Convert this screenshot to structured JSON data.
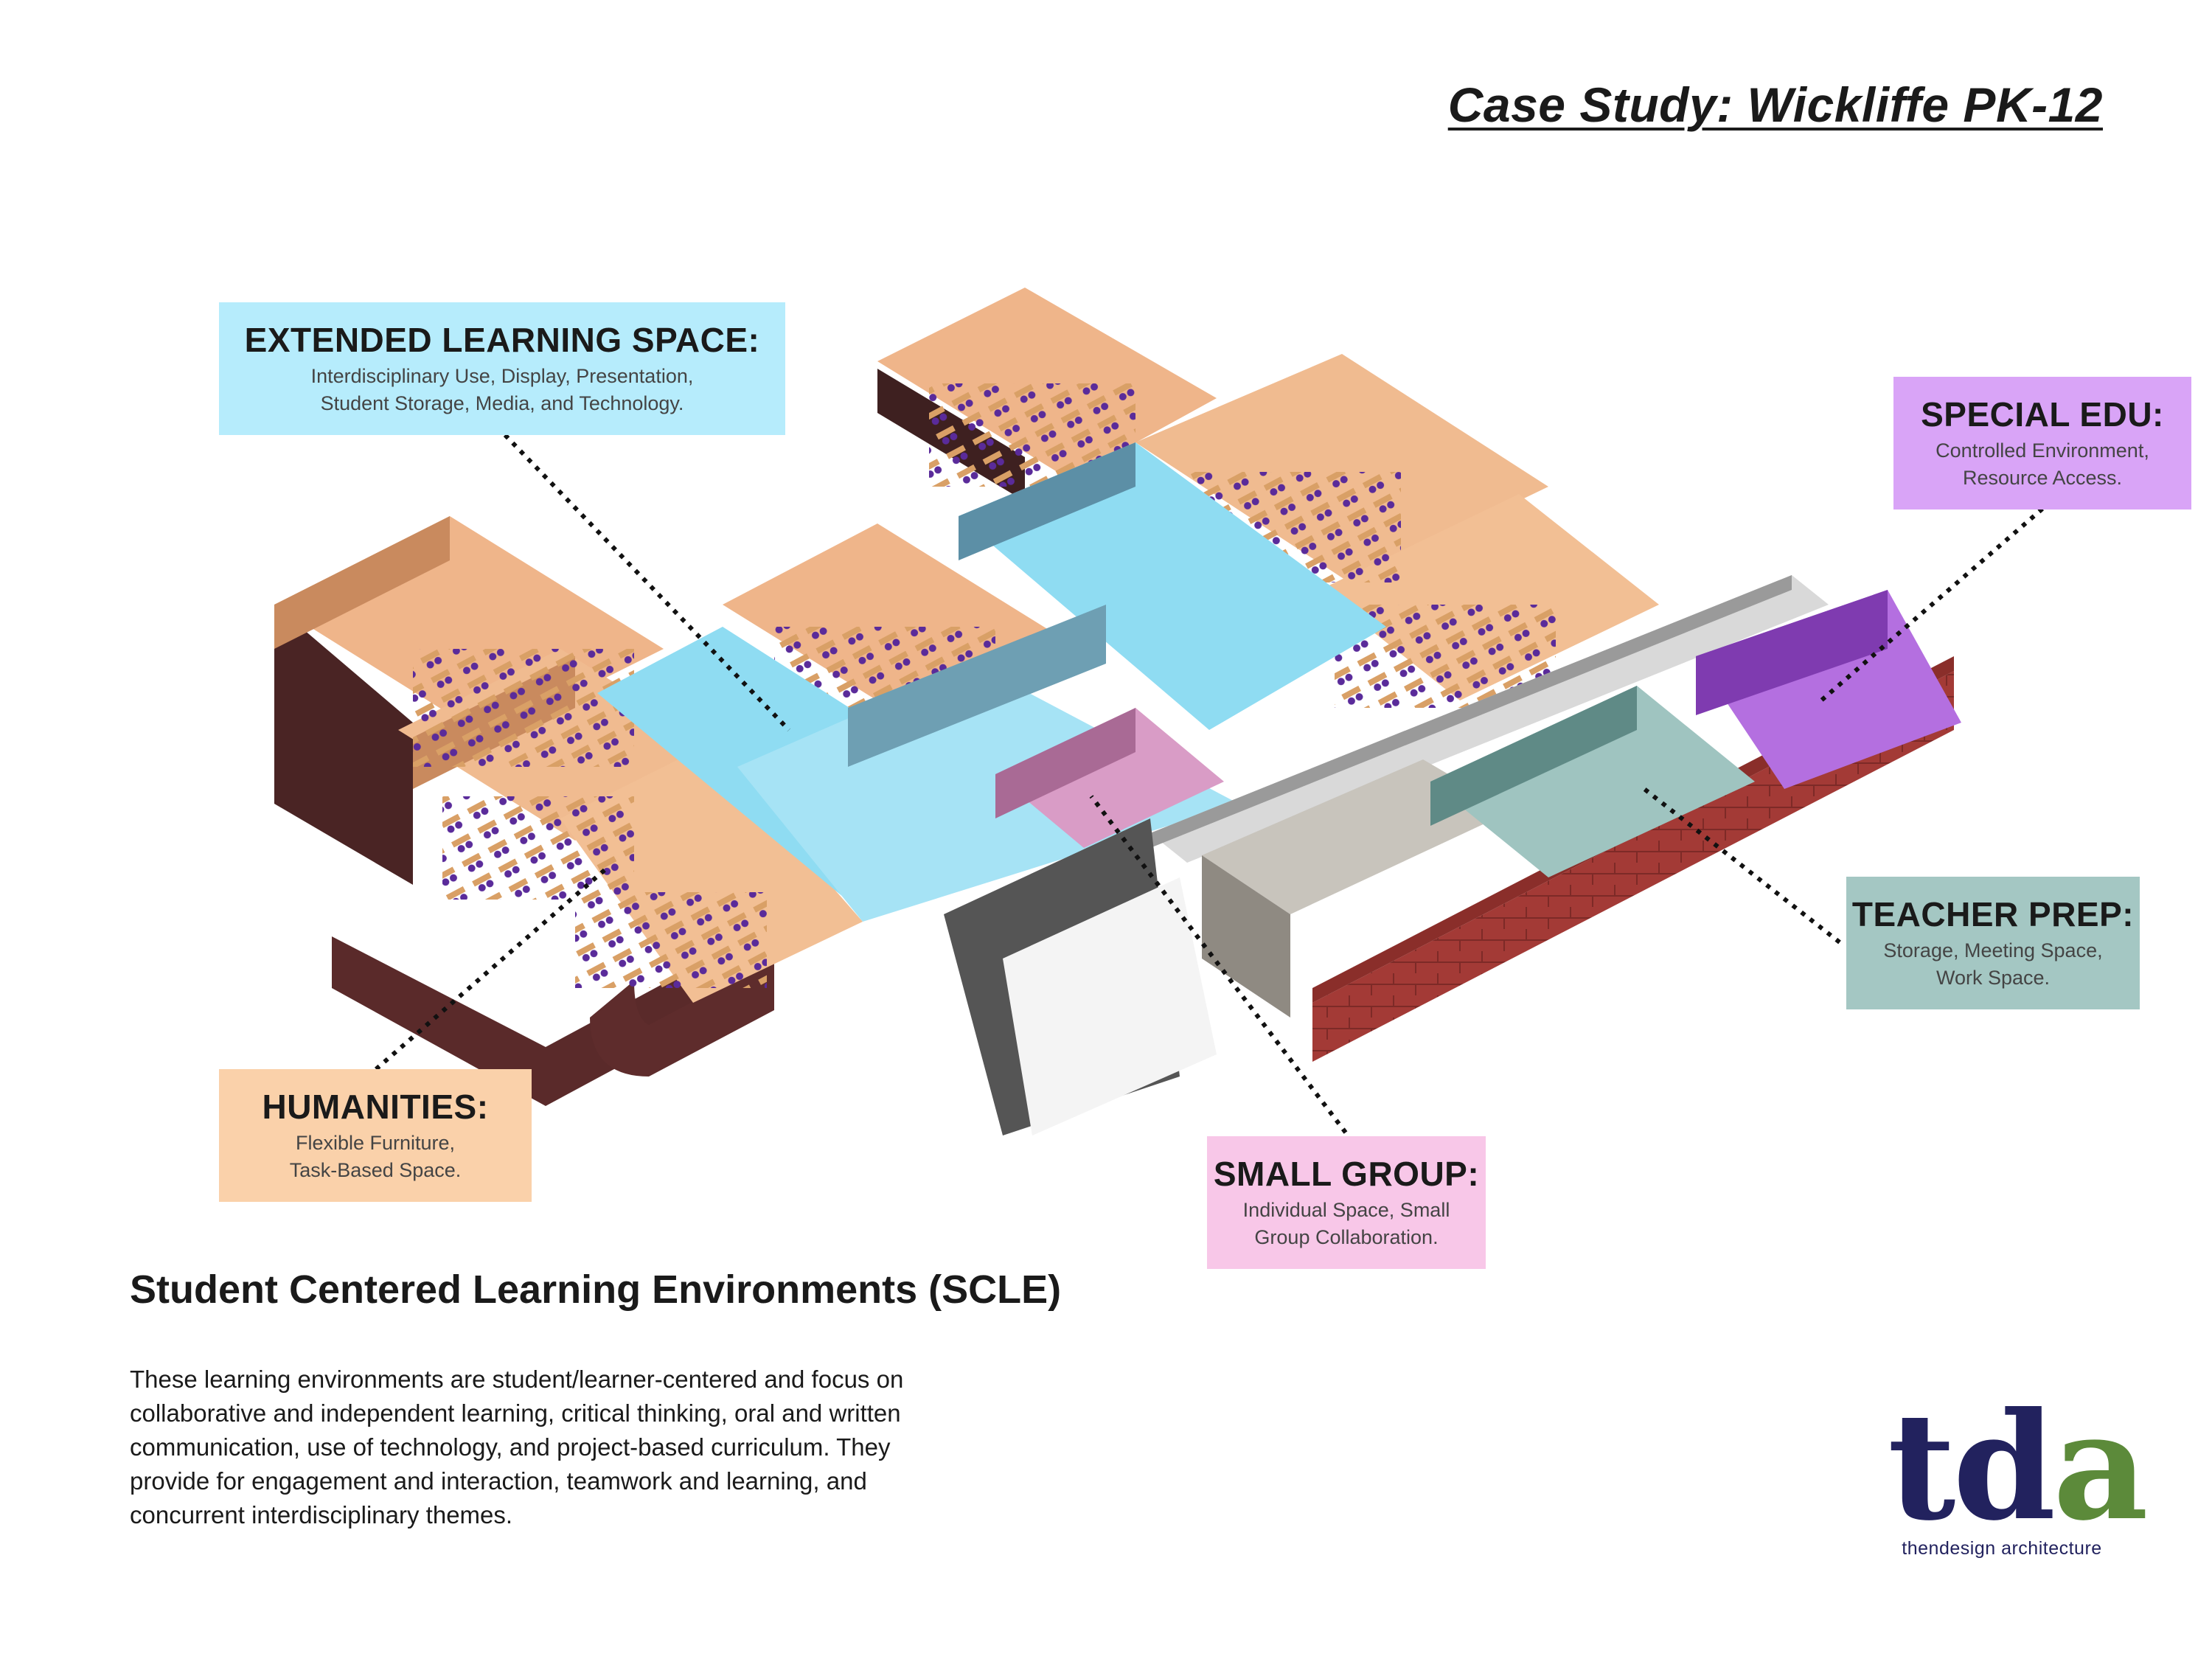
{
  "title": "Case Study: Wickliffe PK-12",
  "callouts": {
    "extended": {
      "title": "EXTENDED LEARNING SPACE:",
      "lines": [
        "Interdisciplinary Use, Display, Presentation,",
        "Student Storage, Media, and Technology."
      ],
      "color": "#b6ecfc"
    },
    "special": {
      "title": "SPECIAL EDU:",
      "lines": [
        "Controlled Environment,",
        "Resource Access."
      ],
      "color": "#d9a4f7"
    },
    "teacher": {
      "title": "TEACHER PREP:",
      "lines": [
        "Storage, Meeting Space,",
        "Work Space."
      ],
      "color": "#a4c7c3"
    },
    "humanities": {
      "title": "HUMANITIES:",
      "lines": [
        "Flexible Furniture,",
        "Task-Based Space."
      ],
      "color": "#fad1aa"
    },
    "small_group": {
      "title": "SMALL GROUP:",
      "lines": [
        "Individual Space, Small",
        "Group Collaboration."
      ],
      "color": "#f8c7e8"
    }
  },
  "heading": "Student Centered Learning Environments (SCLE)",
  "paragraph": [
    "These learning environments are student/learner-centered and focus on",
    "collaborative and independent learning, critical thinking, oral and written",
    "communication, use of technology, and project-based curriculum. They",
    "provide for engagement and interaction, teamwork and learning, and",
    "concurrent interdisciplinary themes."
  ],
  "logo": {
    "t": "t",
    "d": "d",
    "a": "a",
    "tagline": "thendesign architecture"
  }
}
